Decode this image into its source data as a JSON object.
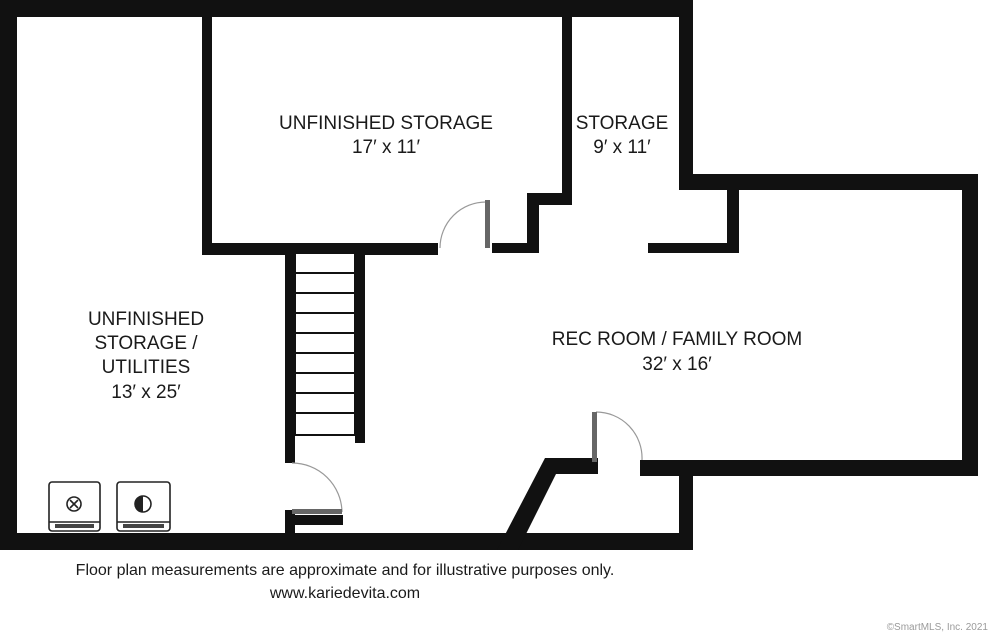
{
  "rooms": {
    "unfinished_storage_top": {
      "name": "UNFINISHED STORAGE",
      "size": "17′ x 11′"
    },
    "storage": {
      "name": "STORAGE",
      "size": "9′ x 11′"
    },
    "unfinished_storage_utilities": {
      "name_line1": "UNFINISHED",
      "name_line2": "STORAGE /",
      "name_line3": "UTILITIES",
      "size": "13′ x 25′"
    },
    "rec_room": {
      "name": "REC ROOM / FAMILY ROOM",
      "size": "32′ x 16′"
    }
  },
  "footer": {
    "disclaimer": "Floor plan measurements are approximate and for illustrative purposes only.",
    "website": "www.kariedevita.com",
    "copyright": "©SmartMLS, Inc. 2021"
  },
  "icons": [
    "washer-icon",
    "dryer-icon",
    "door-swing-icon",
    "stairs-icon"
  ],
  "colors": {
    "wall": "#111111",
    "door": "#666666",
    "background": "#ffffff"
  }
}
